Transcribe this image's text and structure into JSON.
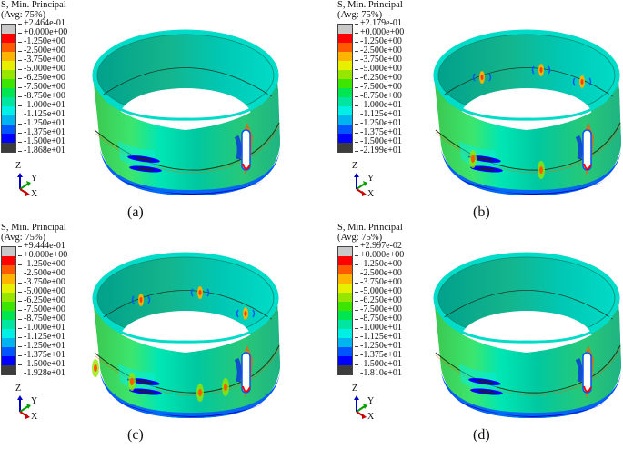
{
  "figure": {
    "legend_colors": [
      "#c8c8c8",
      "#ff0000",
      "#ff5a00",
      "#ffb400",
      "#e6f000",
      "#96e600",
      "#3ce600",
      "#00e650",
      "#00e6a0",
      "#00f0e6",
      "#00b4f0",
      "#0055ff",
      "#0000ff",
      "#3c3c3c"
    ],
    "panels": [
      {
        "id": "a",
        "caption": "(a)",
        "legend": {
          "title_line1": "S, Min. Principal",
          "title_line2": "(Avg: 75%)",
          "values": [
            "+2.464e-01",
            "+0.000e+00",
            "-1.250e+00",
            "-2.500e+00",
            "-3.750e+00",
            "-5.000e+00",
            "-6.250e+00",
            "-7.500e+00",
            "-8.750e+00",
            "-1.000e+01",
            "-1.125e+01",
            "-1.250e+01",
            "-1.375e+01",
            "-1.500e+01",
            "-1.868e+01"
          ]
        },
        "triad": {
          "z": "Z",
          "y": "Y",
          "x": "X"
        }
      },
      {
        "id": "b",
        "caption": "(b)",
        "legend": {
          "title_line1": "S, Min. Principal",
          "title_line2": "(Avg: 75%)",
          "values": [
            "+2.179e-01",
            "+0.000e+00",
            "-1.250e+00",
            "-2.500e+00",
            "-3.750e+00",
            "-5.000e+00",
            "-6.250e+00",
            "-7.500e+00",
            "-8.750e+00",
            "-1.000e+01",
            "-1.125e+01",
            "-1.250e+01",
            "-1.375e+01",
            "-1.500e+01",
            "-2.199e+01"
          ]
        },
        "triad": {
          "z": "Z",
          "y": "Y",
          "x": "X"
        }
      },
      {
        "id": "c",
        "caption": "(c)",
        "legend": {
          "title_line1": "S, Min. Principal",
          "title_line2": "(Avg: 75%)",
          "values": [
            "+9.444e-01",
            "+0.000e+00",
            "-1.250e+00",
            "-2.500e+00",
            "-3.750e+00",
            "-5.000e+00",
            "-6.250e+00",
            "-7.500e+00",
            "-8.750e+00",
            "-1.000e+01",
            "-1.125e+01",
            "-1.250e+01",
            "-1.375e+01",
            "-1.500e+01",
            "-1.928e+01"
          ]
        },
        "triad": {
          "z": "Z",
          "y": "Y",
          "x": "X"
        }
      },
      {
        "id": "d",
        "caption": "(d)",
        "legend": {
          "title_line1": "S, Min. Principal",
          "title_line2": "(Avg: 75%)",
          "values": [
            "+2.997e-02",
            "+0.000e+00",
            "-1.250e+00",
            "-2.500e+00",
            "-3.750e+00",
            "-5.000e+00",
            "-6.250e+00",
            "-7.500e+00",
            "-8.750e+00",
            "-1.000e+01",
            "-1.125e+01",
            "-1.250e+01",
            "-1.375e+01",
            "-1.500e+01",
            "-1.810e+01"
          ]
        },
        "triad": {
          "z": "Z",
          "y": "Y",
          "x": "X"
        }
      }
    ]
  }
}
